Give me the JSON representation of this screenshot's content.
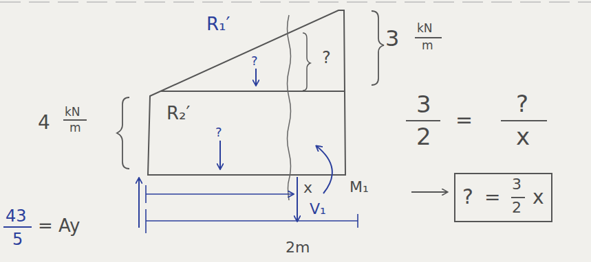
{
  "diagram": {
    "nodes": [
      {
        "text": [
          "?",
          "=",
          "3",
          "2",
          "x"
        ]
      }
    ],
    "labels": [
      "R₁′",
      "?",
      "?",
      "3",
      "kN",
      "m",
      "4",
      "kN",
      "m",
      "R₂′",
      "?",
      "3",
      "2",
      "=",
      "?",
      "x",
      "x",
      "M₁",
      "V₁",
      "43",
      "5",
      "= Ay",
      "2m"
    ]
  }
}
